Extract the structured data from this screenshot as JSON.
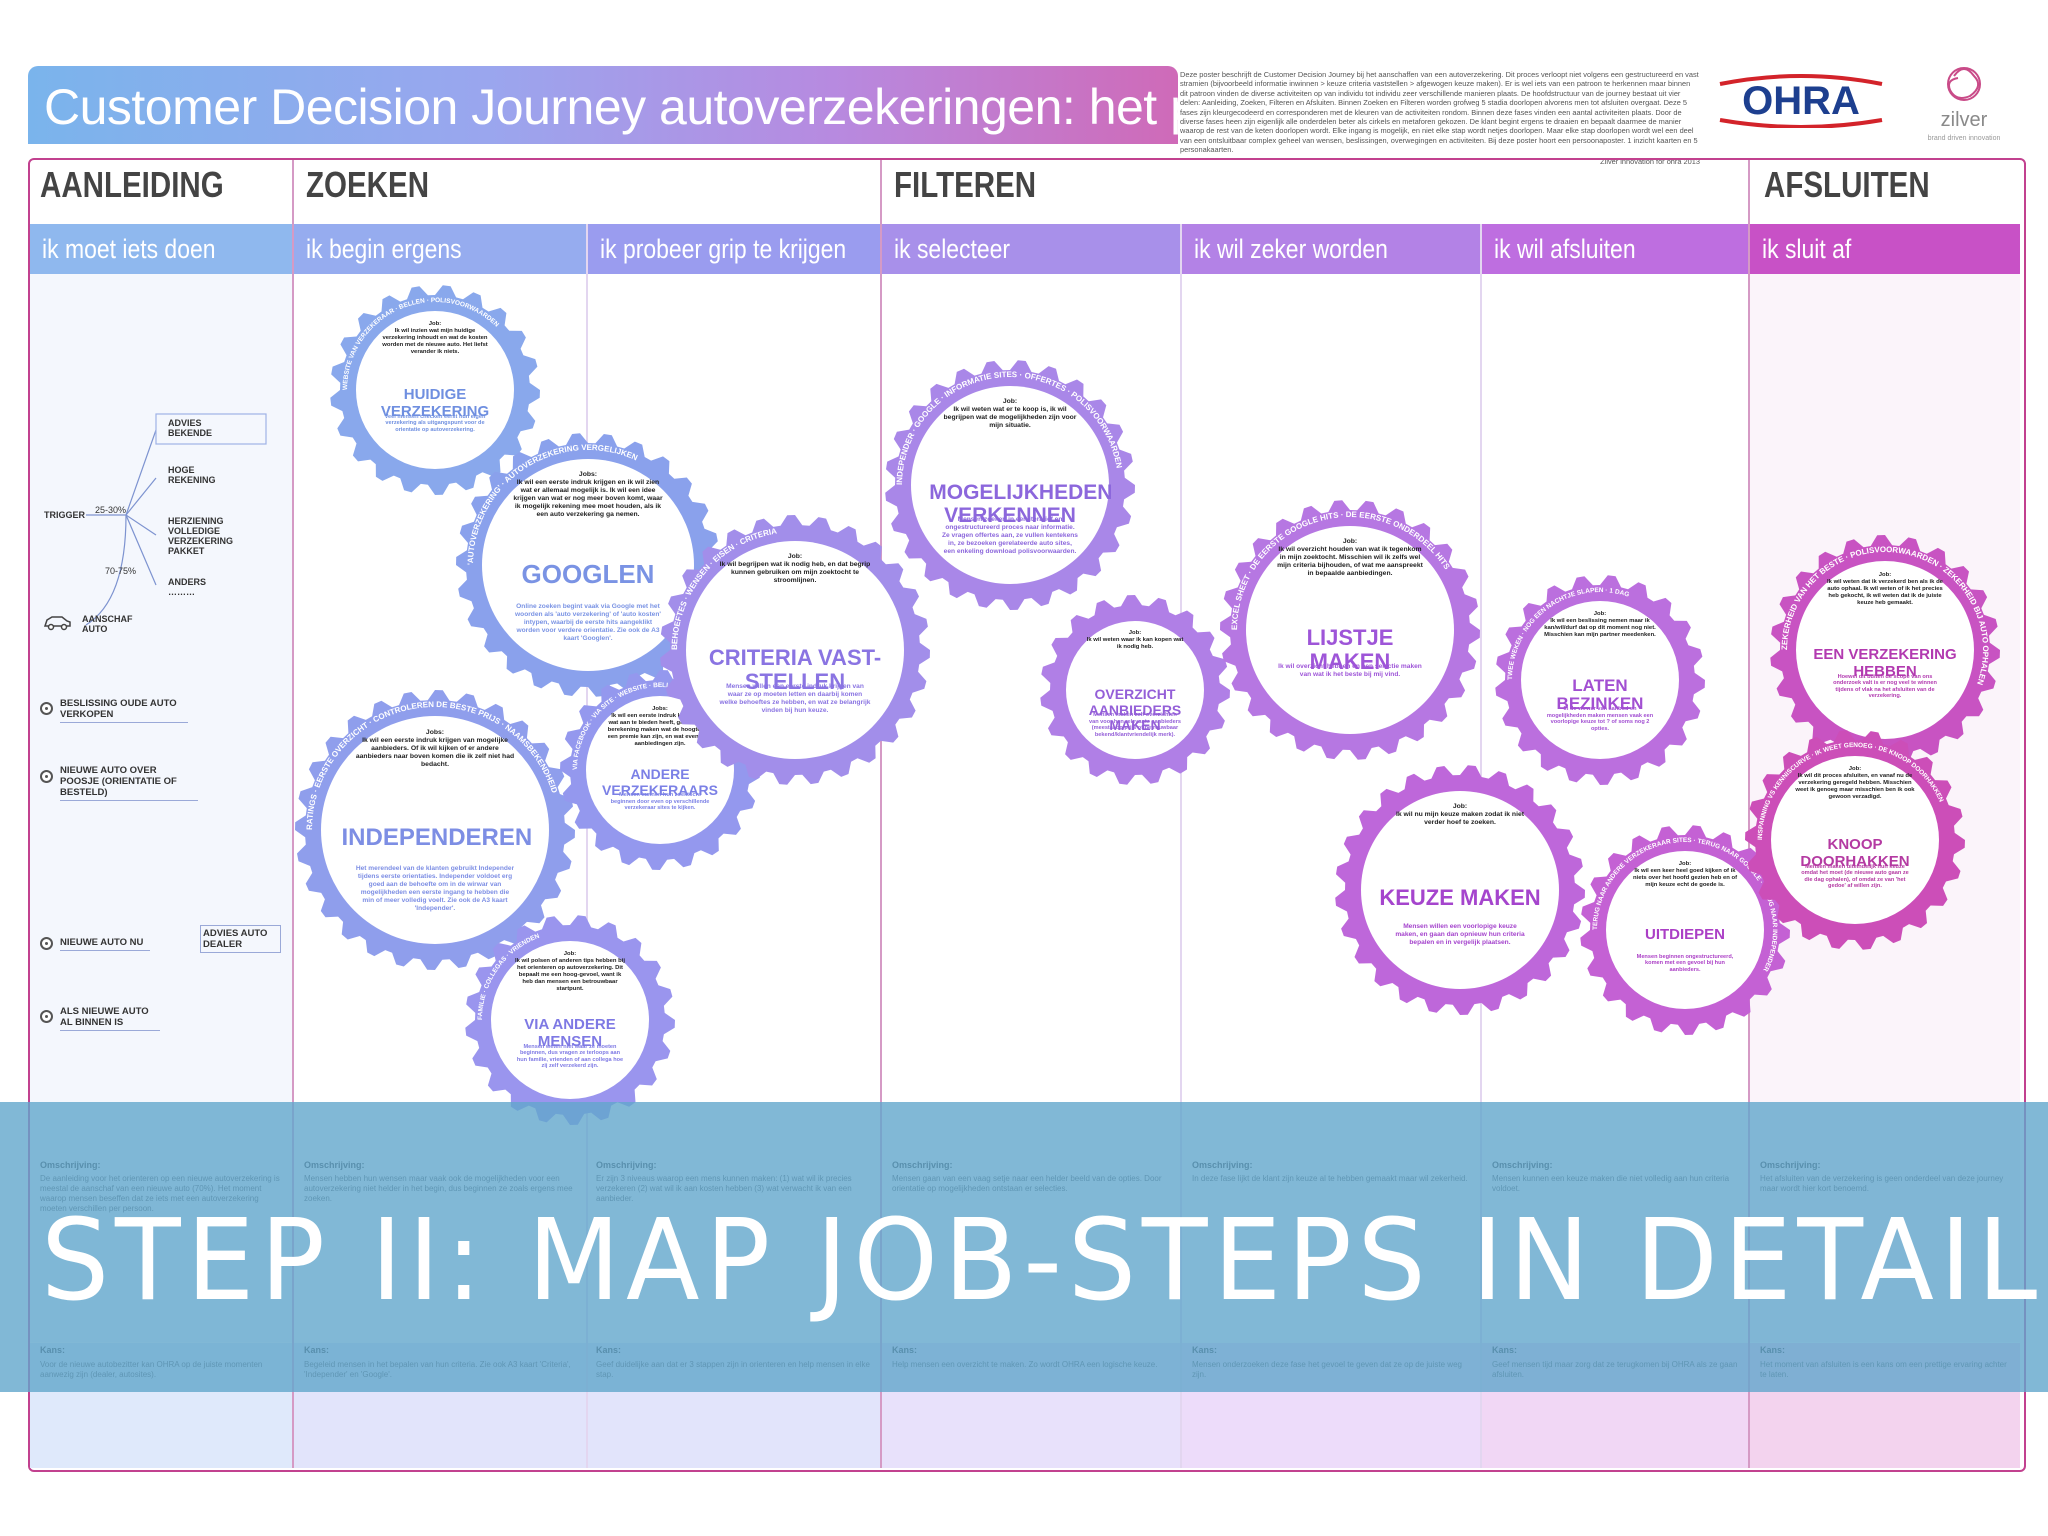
{
  "header": {
    "title": "Customer Decision Journey autoverzekeringen: het proces",
    "intro": "Deze poster beschrijft de Customer Decision Journey bij het aanschaffen van een autoverzekering. Dit proces verloopt niet volgens een gestructureerd en vast stramien (bijvoorbeeld informatie inwinnen > keuze criteria vaststellen > afgewogen keuze maken). Er is wel iets van een patroon te herkennen maar binnen dit patroon vinden de diverse activiteiten op van individu tot individu zeer verschillende manieren plaats. De hoofdstructuur van de journey bestaat uit vier delen: Aanleiding, Zoeken, Filteren en Afsluiten. Binnen Zoeken en Filteren worden grofweg 5 stadia doorlopen alvorens men tot afsluiten overgaat. Deze 5 fases zijn kleurgecodeerd en corresponderen met de kleuren van de activiteiten rondom. Binnen deze fases vinden een aantal activiteiten plaats. Door de diverse fases heen zijn eigenlijk alle onderdelen beter als cirkels en metaforen gekozen. De klant begint ergens te draaien en bepaalt daarmee de manier waarop de rest van de keten doorlopen wordt. Elke ingang is mogelijk, en niet elke stap wordt netjes doorlopen. Maar elke stap doorlopen wordt wel een deel van een ontsluitbaar complex geheel van wensen, beslissingen, overwegingen en activiteiten. Bij deze poster hoort een persoonaposter. 1 inzicht kaarten en 5 personakaarten.",
    "credit": "Zilver innovation for ohra 2013",
    "ohra_logo": "OHRA",
    "zilver_logo": "zilver",
    "zilver_tagline": "brand driven innovation"
  },
  "phases": [
    {
      "label": "AANLEIDING"
    },
    {
      "label": "ZOEKEN"
    },
    {
      "label": "FILTEREN"
    },
    {
      "label": "AFSLUITEN"
    }
  ],
  "stages": [
    {
      "label": "ik  moet iets doen",
      "color": "#8fb8ee"
    },
    {
      "label": "ik begin ergens",
      "color": "#96acef"
    },
    {
      "label": "ik probeer grip te krijgen",
      "color": "#9a9cef"
    },
    {
      "label": "ik selecteer",
      "color": "#a890ea"
    },
    {
      "label": "ik wil zeker worden",
      "color": "#b382e6"
    },
    {
      "label": "ik wil afsluiten",
      "color": "#be6ee0"
    },
    {
      "label": "ik sluit af",
      "color": "#c851c6"
    }
  ],
  "trigger": {
    "label": "TRIGGER",
    "pct_top": "25-30%",
    "pct_bottom": "70-75%",
    "branches": [
      "ADVIES BEKENDE",
      "HOGE REKENING",
      "HERZIENING VOLLEDIGE VERZEKERING PAKKET",
      "ANDERS ………"
    ],
    "anschaf": "AANSCHAF AUTO",
    "items": [
      "BESLISSING OUDE AUTO VERKOPEN",
      "NIEUWE AUTO OVER POOSJE (ORIENTATIE OF BESTELD)",
      "NIEUWE AUTO NU",
      "ALS NIEUWE AUTO AL BINNEN IS"
    ],
    "advies_dealer": "ADVIES AUTO DEALER"
  },
  "gears": [
    {
      "name": "huidige-verzekering",
      "title": "HUIDIGE VERZEKERING",
      "job": "Job:\nIk wil inzien wat mijn huidige verzekering inhoudt en wat de kosten worden met de nieuwe auto. Het liefst verander ik niets.",
      "body": "Veel mensen checken eerst hun eigen verzekering als uitgangspunt voor de orientatie op autoverzekering.",
      "ring": "WEBSITE VAN VERZEKERAAR · BELLEN · POLISVOORWAARDEN"
    },
    {
      "name": "googlen",
      "title": "GOOGLEN",
      "job": "Jobs:\nIk wil een eerste indruk krijgen en ik wil zien wat er allemaal mogelijk is. Ik wil een idee krijgen van wat er nog meer boven komt, waar ik mogelijk rekening mee moet houden, als ik een auto verzekering ga nemen.",
      "body": "Online zoeken begint vaak via Google met het woorden als 'auto verzekering' of 'auto kosten' intypen, waarbij de eerste hits aangeklikt worden voor verdere orientatie. Zie ook de A3 kaart 'Googlen'.",
      "ring": "'AUTOVERZEKERING' · AUTOVERZEKERING VERGELIJKEN"
    },
    {
      "name": "independeren",
      "title": "INDEPENDEREN",
      "job": "Jobs:\nIk wil een eerste indruk krijgen van mogelijke aanbieders. Of ik wil kijken of er andere aanbieders naar boven komen die ik zelf niet had bedacht.",
      "body": "Het merendeel van de klanten gebruikt Independer tijdens eerste orientaties. Independer voldoet erg goed aan de behoefte om in de wirwar van mogelijkheden een eerste ingang te hebben die min of meer volledig voelt. Zie ook de A3 kaart 'Independer'.",
      "ring": "RATINGS · EERSTE OVERZICHT · CONTROLEREN DE BESTE PRIJS · NAAMSBEKENDHEID"
    },
    {
      "name": "andere-verzekeraars",
      "title": "ANDERE VERZEKERAARS",
      "job": "Jobs:\nIk wil een eerste indruk krijgen van wat aan te bieden heeft, grove eerste berekening maken wat de hoogte van een premie kan zijn, en wat eventuele aanbiedingen zijn.",
      "body": "Mensen kunnen hun zoektocht beginnen door even op verschillende verzekeraar sites te kijken.",
      "ring": "VIA FACEBOOK · VIA SITE · WEBSITE · BELLEN · VIA RECLAME"
    },
    {
      "name": "via-andere-mensen",
      "title": "VIA ANDERE MENSEN",
      "job": "Job:\nIk wil polsen of anderen tips hebben bij het orienteren op autoverzekering. Dit bepaalt me een hoog-gevoel, want ik heb dan mensen een betrouwbaar startpunt.",
      "body": "Mensen weten niet waar ze moeten beginnen, dus vragen ze terloops aan hun familie, vrienden of aan collega hoe zij zelf verzekerd zijn.",
      "ring": "FAMILIE · COLLEGAS · VRIENDEN"
    },
    {
      "name": "criteria-vaststellen",
      "title": "CRITERIA VAST-STELLEN",
      "job": "Job:\nIk wil begrijpen wat ik nodig heb, en dat begrip kunnen gebruiken om mijn zoektocht te stroomlijnen.",
      "body": "Mensen willen een eerste indruk krijgen van waar ze op moeten letten en daarbij komen welke behoeftes ze hebben, en wat ze belangrijk vinden bij hun keuze.",
      "ring": "BEHOEFTES · WENSEN · EISEN · CRITERIA"
    },
    {
      "name": "mogelijkheden-verkennen",
      "title": "MOGELIJKHEDEN VERKENNEN",
      "job": "Job:\nIk wil weten wat er te koop is, ik wil begrijpen wat de mogelijkheden zijn voor mijn situatie.",
      "body": "Mensen zoeken in een iteratief en ongestructureerd proces naar informatie. Ze vragen offertes aan, ze vullen kentekens in, ze bezoeken gerelateerde auto sites, een enkeling download polisvoorwaarden.",
      "ring": "INDEPENDER · GOOGLE · INFORMATIE SITES · OFFERTES · POLISVOORWAARDEN"
    },
    {
      "name": "overzicht-aanbieders",
      "title": "OVERZICHT AANBIEDERS MAKEN",
      "job": "Job:\nIk wil weten waar ik kan kopen wat ik nodig heb.",
      "body": "Mensen maken zelf overzichten van voor hen relevante aanbieders (meestal op prijs of betrouwbaar bekend/klantvriendelijk merk).",
      "ring": ""
    },
    {
      "name": "lijstje-maken",
      "title": "LIJSTJE MAKEN",
      "job": "Job:\nIk wil overzicht houden van wat ik tegenkom in mijn zoektocht. Misschien wil ik zelfs wel mijn criteria bijhouden, of wat me aanspreekt in bepaalde aanbiedingen.",
      "body": "Ik wil overzicht hebben en een selectie maken van wat ik het beste bij mij vind.",
      "ring": "EXCEL SHEET · DE EERSTE GOOGLE HITS · DE EERSTE ONDERDEEL HITS"
    },
    {
      "name": "laten-bezinken",
      "title": "LATEN BEZINKEN",
      "job": "Job:\nIk wil een beslissing nemen maar ik kan/wil/durf dat op dit moment nog niet. Misschien kan mijn partner meedenken.",
      "body": "In de wirwar van aanbod en mogelijkheden maken mensen vaak een voorlopige keuze tot ? of soms nog 2 opties.",
      "ring": "TWEE WEKEN · NOG EEN NACHTJE SLAPEN · 1 DAG"
    },
    {
      "name": "keuze-maken",
      "title": "KEUZE MAKEN",
      "job": "Job:\nIk wil nu mijn keuze maken zodat ik niet verder hoef te zoeken.",
      "body": "Mensen willen een voorlopige keuze maken, en gaan dan opnieuw hun criteria bepalen en in vergelijk plaatsen.",
      "ring": ""
    },
    {
      "name": "uitdiepen",
      "title": "UITDIEPEN",
      "job": "Job:\nIk wil een keer heel goed kijken of ik niets over het hoofd gezien heb en of mijn keuze echt de goede is.",
      "body": "Mensen beginnen ongestructureerd, komen met een gevoel bij hun aanbieders.",
      "ring": "TERUG NAAR ANDERE VERZEKERAAR SITES · TERUG NAAR GOOGLE · TERUG NAAR INDEPENDER"
    },
    {
      "name": "een-verzekering-hebben",
      "title": "EEN VERZEKERING HEBBEN",
      "job": "Job:\nIk wil weten dat ik verzekerd ben als ik de auto ophaal. Ik wil weten of ik het precies heb gekocht, ik wil weten dat ik de juiste keuze heb gemaakt.",
      "body": "Hoewel dit buiten de scope van ons onderzoek valt is er nog veel te winnen tijdens of vlak na het afsluiten van de verzekering.",
      "ring": "ZEKERHEID VAN HET BESTE · POLISVOORWAARDEN · ZEKERHEID BIJ AUTO OPHALEN"
    },
    {
      "name": "knoop-doorhakken",
      "title": "KNOOP DOORHAKKEN",
      "job": "Job:\nIk wil dit proces afsluiten, en vanaf nu de verzekering geregeld hebben. Misschien weet ik genoeg maar misschien ben ik ook gewoon verzadigd.",
      "body": "Mensen maken uiteindelijk hun keuze omdat het moet (de nieuwe auto gaan ze die dag ophalen), of omdat ze van 'het gedoe' af willen zijn.",
      "ring": "INSPANNING VS KENNISCURVE · IK WEET GENOEG · DE KNOOP DOORHAKKEN"
    }
  ],
  "overlay": {
    "text": "STEP II: MAP JOB-STEPS IN DETAIL"
  },
  "bottom": {
    "omschrijving_label": "Omschrijving:",
    "kans_label": "Kans:",
    "desc": [
      "De aanleiding voor het orienteren op een nieuwe autoverzekering is meestal de aanschaf van een nieuwe auto (70%). Het moment waarop mensen beseffen dat ze iets met een autoverzekering moeten verschillen per persoon.",
      "Mensen hebben hun wensen maar vaak ook de mogelijkheden voor een autoverzekering niet helder in het begin, dus beginnen ze zoals ergens mee zoeken.",
      "Er zijn 3 niveaus waarop een mens kunnen maken: (1) wat wil ik precies verzekeren (2) wat wil ik aan kosten hebben (3) wat verwacht ik van een aanbieder.",
      "Mensen gaan van een vaag setje naar een helder beeld van de opties. Door orientatie op mogelijkheden ontstaan er selecties.",
      "In deze fase lijkt de klant zijn keuze al te hebben gemaakt maar wil zekerheid.",
      "Mensen kunnen een keuze maken die niet volledig aan hun criteria voldoet.",
      "Het afsluiten van de verzekering is geen onderdeel van deze journey maar wordt hier kort benoemd."
    ],
    "kans": [
      "Voor de nieuwe autobezitter kan OHRA op de juiste momenten aanwezig zijn (dealer, autosites).",
      "Begeleid mensen in het bepalen van hun criteria. Zie ook A3 kaart 'Criteria', 'Independer' en 'Google'.",
      "Geef duidelijke aan dat er 3 stappen zijn in orienteren en help mensen in elke stap.",
      "Help mensen een overzicht te maken. Zo wordt OHRA een logische keuze.",
      "Mensen onderzoeken deze fase het gevoel te geven dat ze op de juiste weg zijn.",
      "Geef mensen tijd maar zorg dat ze terugkomen bij OHRA als ze gaan afsluiten.",
      "Het moment van afsluiten is een kans om een prettige ervaring achter te laten."
    ]
  }
}
